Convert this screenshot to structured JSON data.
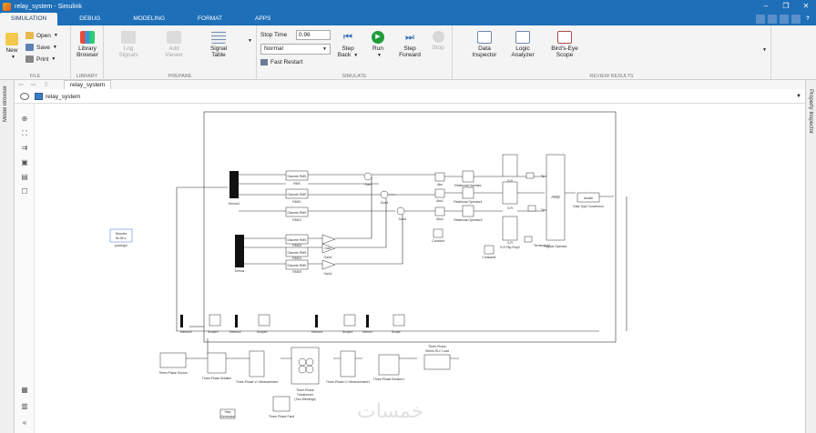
{
  "window": {
    "title": "relay_system - Simulink"
  },
  "window_controls": {
    "minimize": "–",
    "restore": "❐",
    "close": "✕"
  },
  "ribbon_tabs": [
    "SIMULATION",
    "DEBUG",
    "MODELING",
    "FORMAT",
    "APPS"
  ],
  "quick_access": {
    "help": "?"
  },
  "file_group": {
    "label": "FILE",
    "new": "New",
    "open": "Open",
    "save": "Save",
    "print": "Print"
  },
  "library_group": {
    "label": "LIBRARY",
    "library_browser_line1": "Library",
    "library_browser_line2": "Browser"
  },
  "prepare_group": {
    "label": "PREPARE",
    "log_signals_line1": "Log",
    "log_signals_line2": "Signals",
    "add_viewer_line1": "Add",
    "add_viewer_line2": "Viewer",
    "signal_table_line1": "Signal",
    "signal_table_line2": "Table"
  },
  "simulate_group": {
    "label": "SIMULATE",
    "stop_time_label": "Stop Time",
    "stop_time_value": "0.96",
    "mode": "Normal",
    "fast_restart": "Fast Restart",
    "step_back_line1": "Step",
    "step_back_line2": "Back",
    "run": "Run",
    "step_forward_line1": "Step",
    "step_forward_line2": "Forward",
    "stop": "Stop"
  },
  "review_group": {
    "label": "REVIEW RESULTS",
    "data_inspector_line1": "Data",
    "data_inspector_line2": "Inspector",
    "logic_analyzer_line1": "Logic",
    "logic_analyzer_line2": "Analyzer",
    "birds_eye_line1": "Bird's-Eye",
    "birds_eye_line2": "Scope"
  },
  "side_panels": {
    "model_browser": "Model Browser",
    "property_inspector": "Property Inspector"
  },
  "model_tab": "relay_system",
  "breadcrumb": "relay_system",
  "colors": {
    "accent": "#1d6fb8",
    "run_green": "#1f9d3a"
  },
  "diagram": {
    "powergui_line1": "Discrete",
    "powergui_line2": "5e-05 s.",
    "powergui_name": "powergui",
    "demux1": "Demux1",
    "demux": "Demux",
    "discrete_rms": "Discrete RMS",
    "rms_labels": [
      "RMS",
      "RMS1",
      "RMS2",
      "RMS3",
      "RMS4",
      "RMS5"
    ],
    "gain": "Gain",
    "gain1": "Gain1",
    "gain2": "Gain2",
    "sum": "Sum",
    "sum1": "Sum1",
    "sum2": "Sum2",
    "abs_names": [
      "Abs",
      "Abs1",
      "Abs2"
    ],
    "rel_names": [
      "Relational Operator",
      "Relational Operator1",
      "Relational Operator2"
    ],
    "sr_names": [
      "S-R",
      "S-R",
      "S-R"
    ],
    "sr_flipflop": "S-R Flip-Flop2",
    "terminators": [
      "Terminator",
      "Terminator1",
      "Terminator2"
    ],
    "logic_op": "AND",
    "logic_op_name": "Logical Operator",
    "constant": "Constant",
    "constant1": "Constant1",
    "dtc_value": "double",
    "dtc_name": "Data Type Conversion",
    "bottom_demuxes": [
      "Demux3",
      "Demux2",
      "Demux1",
      "Demux"
    ],
    "scopes": [
      "Scope3",
      "Scope2",
      "Scope1",
      "Scope"
    ],
    "source": "Three-Phase Source",
    "breaker": "Three-Phase Breaker",
    "vi1": "Three-Phase V-I Measurement",
    "transformer_line1": "Three-Phase",
    "transformer_line2": "Transformer",
    "transformer_line3": "(Two Windings)",
    "vi2": "Three-Phase V-I Measurement1",
    "breaker1": "Three-Phase Breaker1",
    "load_line1": "Three-Phase",
    "load_line2": "Series RLC Load",
    "fault": "Three-Phase Fault",
    "step_line1": "Step",
    "step_line2": "Generator"
  },
  "watermark": "خمسات"
}
